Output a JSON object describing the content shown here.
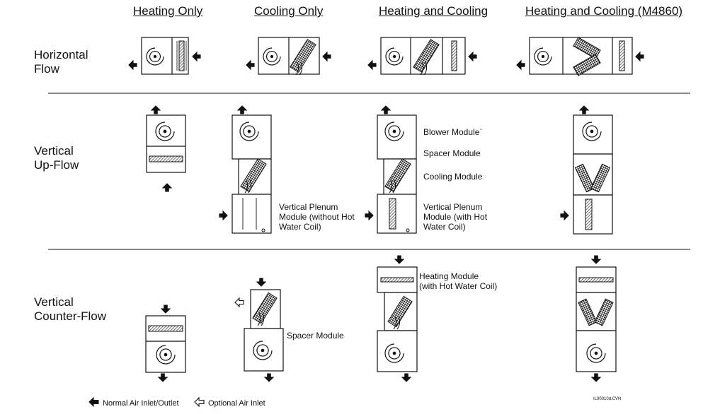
{
  "columns": [
    "Heating Only",
    "Cooling Only",
    "Heating and Cooling",
    "Heating and Cooling (M4860)"
  ],
  "rows": [
    "Horizontal\nFlow",
    "Vertical\nUp-Flow",
    "Vertical\nCounter-Flow"
  ],
  "labels": {
    "blower": "Blower Module`",
    "spacer": "Spacer Module",
    "cooling": "Cooling Module",
    "plenum_no_coil": "Vertical Plenum\nModule (without Hot\nWater Coil)",
    "plenum_coil": "Vertical Plenum\nModule (with Hot\nWater Coil)",
    "heating": "Heating Module\n(with Hot Water Coil)",
    "spacer_counter": "Spacer Module"
  },
  "legend": {
    "normal": "Normal Air Inlet/Outlet",
    "optional": "Optional Air Inlet"
  },
  "drawing_code": "IL00010d.CVN"
}
